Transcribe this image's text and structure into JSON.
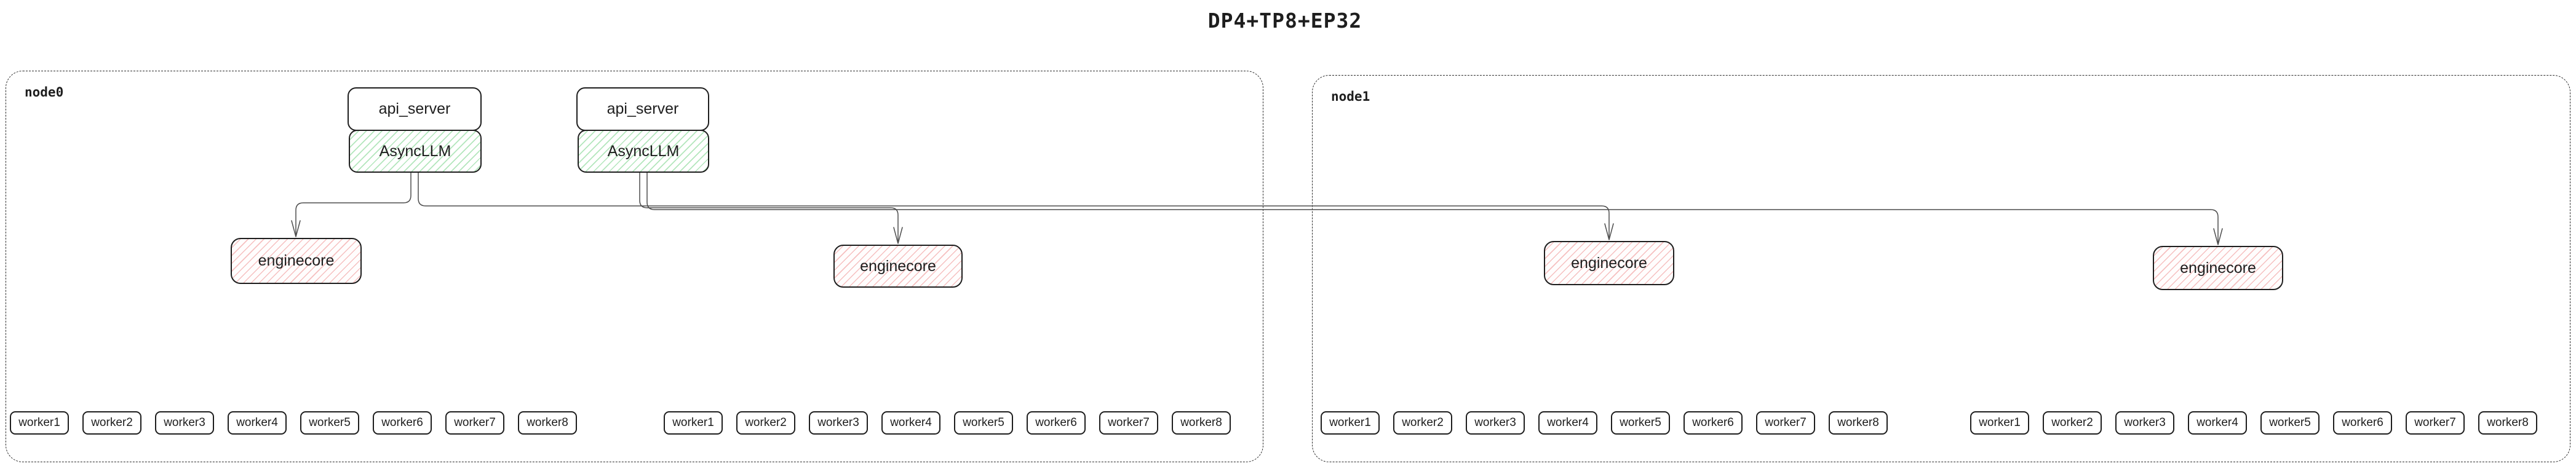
{
  "title": "DP4+TP8+EP32",
  "nodes": [
    {
      "label": "node0"
    },
    {
      "label": "node1"
    }
  ],
  "llm_stacks": [
    {
      "api_server": "api_server",
      "async_llm": "AsyncLLM"
    },
    {
      "api_server": "api_server",
      "async_llm": "AsyncLLM"
    }
  ],
  "enginecores": [
    {
      "label": "enginecore",
      "node": "node0"
    },
    {
      "label": "enginecore",
      "node": "node0"
    },
    {
      "label": "enginecore",
      "node": "node1"
    },
    {
      "label": "enginecore",
      "node": "node1"
    }
  ],
  "worker_groups": [
    {
      "node": "node0",
      "workers": [
        "worker1",
        "worker2",
        "worker3",
        "worker4",
        "worker5",
        "worker6",
        "worker7",
        "worker8"
      ]
    },
    {
      "node": "node0",
      "workers": [
        "worker1",
        "worker2",
        "worker3",
        "worker4",
        "worker5",
        "worker6",
        "worker7",
        "worker8"
      ]
    },
    {
      "node": "node1",
      "workers": [
        "worker1",
        "worker2",
        "worker3",
        "worker4",
        "worker5",
        "worker6",
        "worker7",
        "worker8"
      ]
    },
    {
      "node": "node1",
      "workers": [
        "worker1",
        "worker2",
        "worker3",
        "worker4",
        "worker5",
        "worker6",
        "worker7",
        "worker8"
      ]
    }
  ],
  "colors": {
    "border": "#1e1e1e",
    "edge": "#4d4d4d",
    "green_hatch": "#40c057",
    "red_hatch": "#e03131"
  }
}
